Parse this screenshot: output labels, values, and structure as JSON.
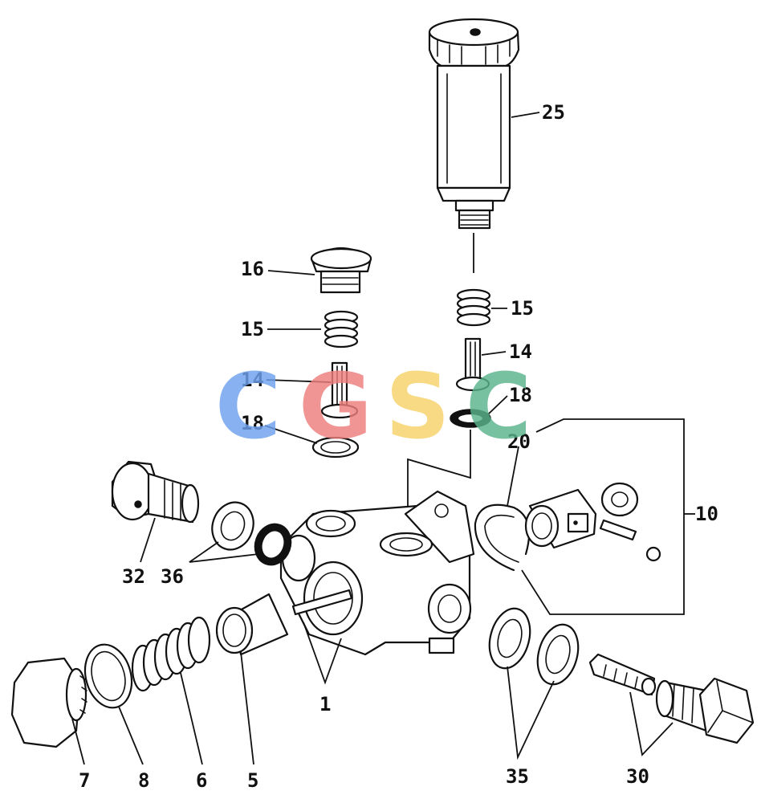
{
  "labels": {
    "l25": "25",
    "l16": "16",
    "l15a": "15",
    "l15b": "15",
    "l14a": "14",
    "l14b": "14",
    "l18a": "18",
    "l18b": "18",
    "l20": "20",
    "l10": "10",
    "l32": "32",
    "l36": "36",
    "l1": "1",
    "l35": "35",
    "l30": "30",
    "l7": "7",
    "l8": "8",
    "l6": "6",
    "l5": "5"
  },
  "watermark": {
    "letters": [
      "C",
      "G",
      "S",
      "C"
    ],
    "colors": [
      "#6fa1ef",
      "#ee7d7d",
      "#f7d36a",
      "#5ab48c"
    ]
  }
}
